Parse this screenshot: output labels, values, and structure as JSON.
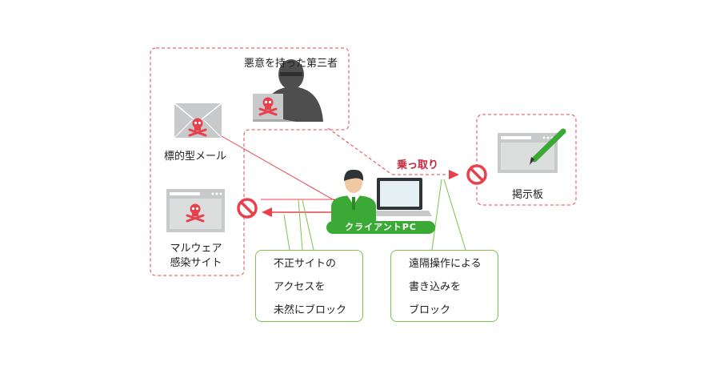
{
  "labels": {
    "attacker": "悪意を持った第三者",
    "targeted_mail": "標的型メール",
    "malware_site_line1": "マルウェア",
    "malware_site_line2": "感染サイト",
    "bulletin_board": "掲示板",
    "client_pc": "クライアントPC",
    "hijack": "乗っ取り"
  },
  "callouts": {
    "block_access": [
      "不正サイトの",
      "アクセスを",
      "未然にブロック"
    ],
    "block_remote": [
      "遠隔操作による",
      "書き込みを",
      "ブロック"
    ]
  },
  "colors": {
    "red": "#e8414b",
    "dashed": "#e34750",
    "green": "#3aa935",
    "callout_border": "#7dc24b",
    "gray": "#c8c9ca",
    "dark": "#555555"
  },
  "icons": [
    "envelope-icon",
    "skull-icon",
    "browser-window-icon",
    "hacker-icon",
    "laptop-icon",
    "user-icon",
    "pencil-icon",
    "prohibited-icon"
  ]
}
